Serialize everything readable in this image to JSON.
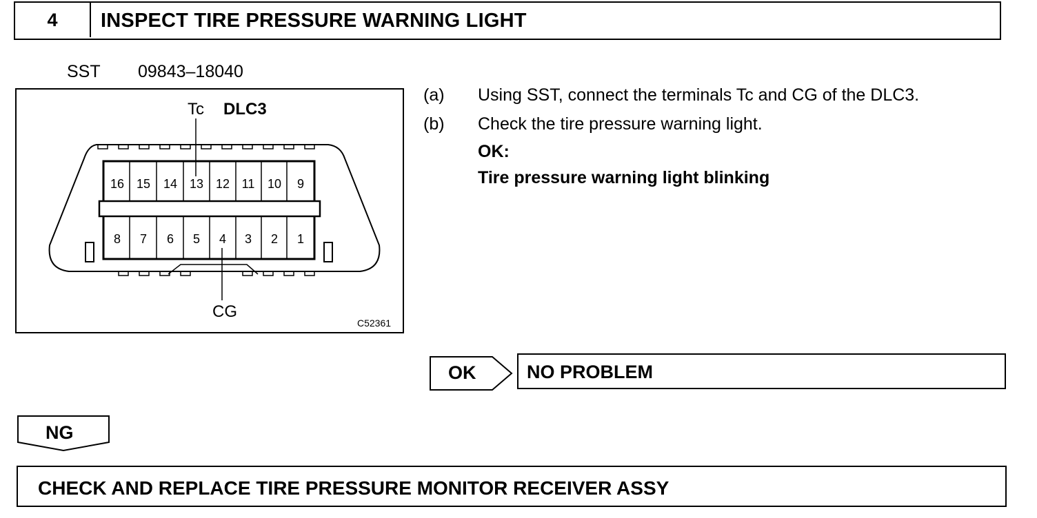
{
  "header": {
    "step_number": "4",
    "title": "INSPECT TIRE PRESSURE WARNING LIGHT"
  },
  "sst": {
    "label": "SST",
    "number": "09843–18040"
  },
  "figure": {
    "connector_name": "DLC3",
    "label_tc": "Tc",
    "label_cg": "CG",
    "figure_code": "C52361",
    "top_row_pins": [
      "16",
      "15",
      "14",
      "13",
      "12",
      "11",
      "10",
      "9"
    ],
    "bottom_row_pins": [
      "8",
      "7",
      "6",
      "5",
      "4",
      "3",
      "2",
      "1"
    ]
  },
  "instructions": {
    "a_letter": "(a)",
    "a_text": "Using SST, connect the terminals Tc and CG of the DLC3.",
    "b_letter": "(b)",
    "b_text": "Check the tire pressure warning light.",
    "ok_label": "OK:",
    "ok_condition": "Tire pressure warning light blinking"
  },
  "result_ok": {
    "label": "OK",
    "action": "NO PROBLEM"
  },
  "result_ng": {
    "label": "NG",
    "action": "CHECK AND REPLACE TIRE PRESSURE MONITOR RECEIVER ASSY"
  }
}
